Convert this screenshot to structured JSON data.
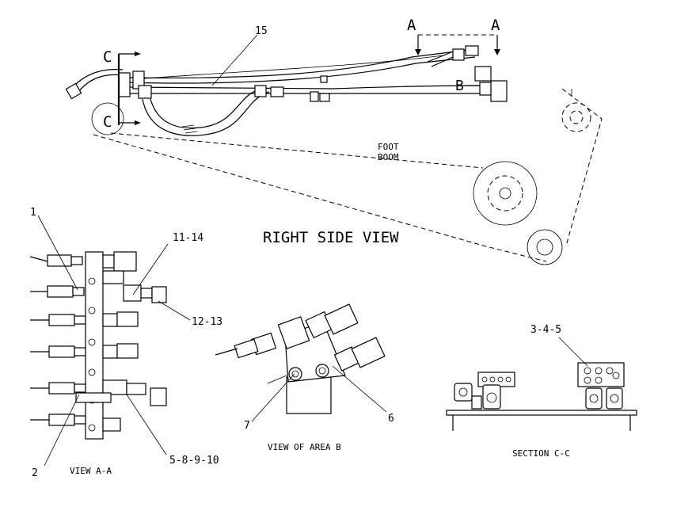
{
  "labels": {
    "part_15": "15",
    "section_a_left": "A",
    "section_a_right": "A",
    "section_b": "B",
    "section_c_top": "C",
    "section_c_bottom": "C",
    "foot_boom_line1": "FOOT",
    "foot_boom_line2": "BOOM",
    "right_side_view": "RIGHT SIDE VIEW",
    "part_1": "1",
    "part_11_14": "11-14",
    "part_12_13": "12-13",
    "part_2": "2",
    "part_5_8_9_10": "5-8-9-10",
    "view_a_a": "VIEW A-A",
    "part_7": "7",
    "part_6": "6",
    "view_area_b": "VIEW OF AREA B",
    "part_3_4_5": "3-4-5",
    "section_c_c": "SECTION C-C"
  }
}
